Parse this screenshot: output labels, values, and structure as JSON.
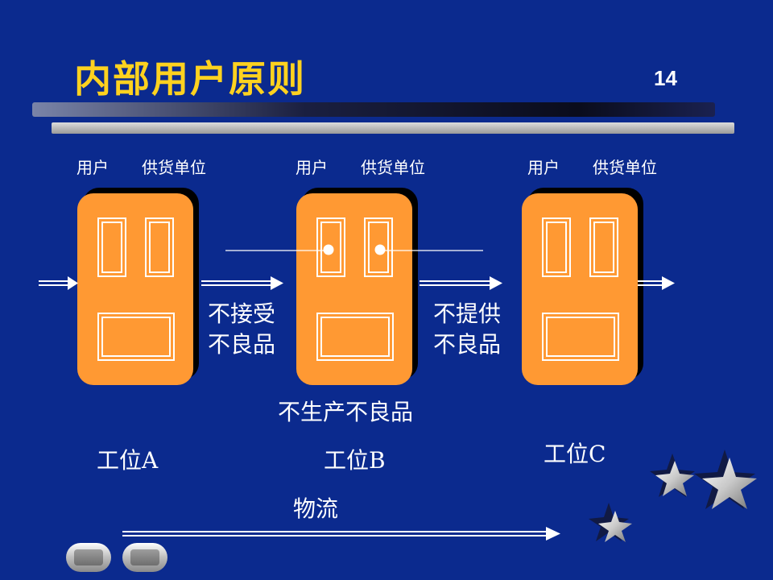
{
  "slide": {
    "title": "内部用户原则",
    "page_number": "14"
  },
  "stations": [
    {
      "customer_label": "用户",
      "supplier_label": "供货单位",
      "name": "工位A"
    },
    {
      "customer_label": "用户",
      "supplier_label": "供货单位",
      "name": "工位B"
    },
    {
      "customer_label": "用户",
      "supplier_label": "供货单位",
      "name": "工位C"
    }
  ],
  "annotations": {
    "not_accept_line1": "不接受",
    "not_accept_line2": "不良品",
    "not_supply_line1": "不提供",
    "not_supply_line2": "不良品",
    "not_produce": "不生产不良品"
  },
  "flow": {
    "label": "物流"
  },
  "colors": {
    "background": "#0b2a8e",
    "title": "#ffd21f",
    "station_fill": "#ff9933"
  },
  "icons": [
    "star-icon",
    "star-icon",
    "star-icon",
    "star-icon",
    "prev-slide-button",
    "next-slide-button"
  ]
}
